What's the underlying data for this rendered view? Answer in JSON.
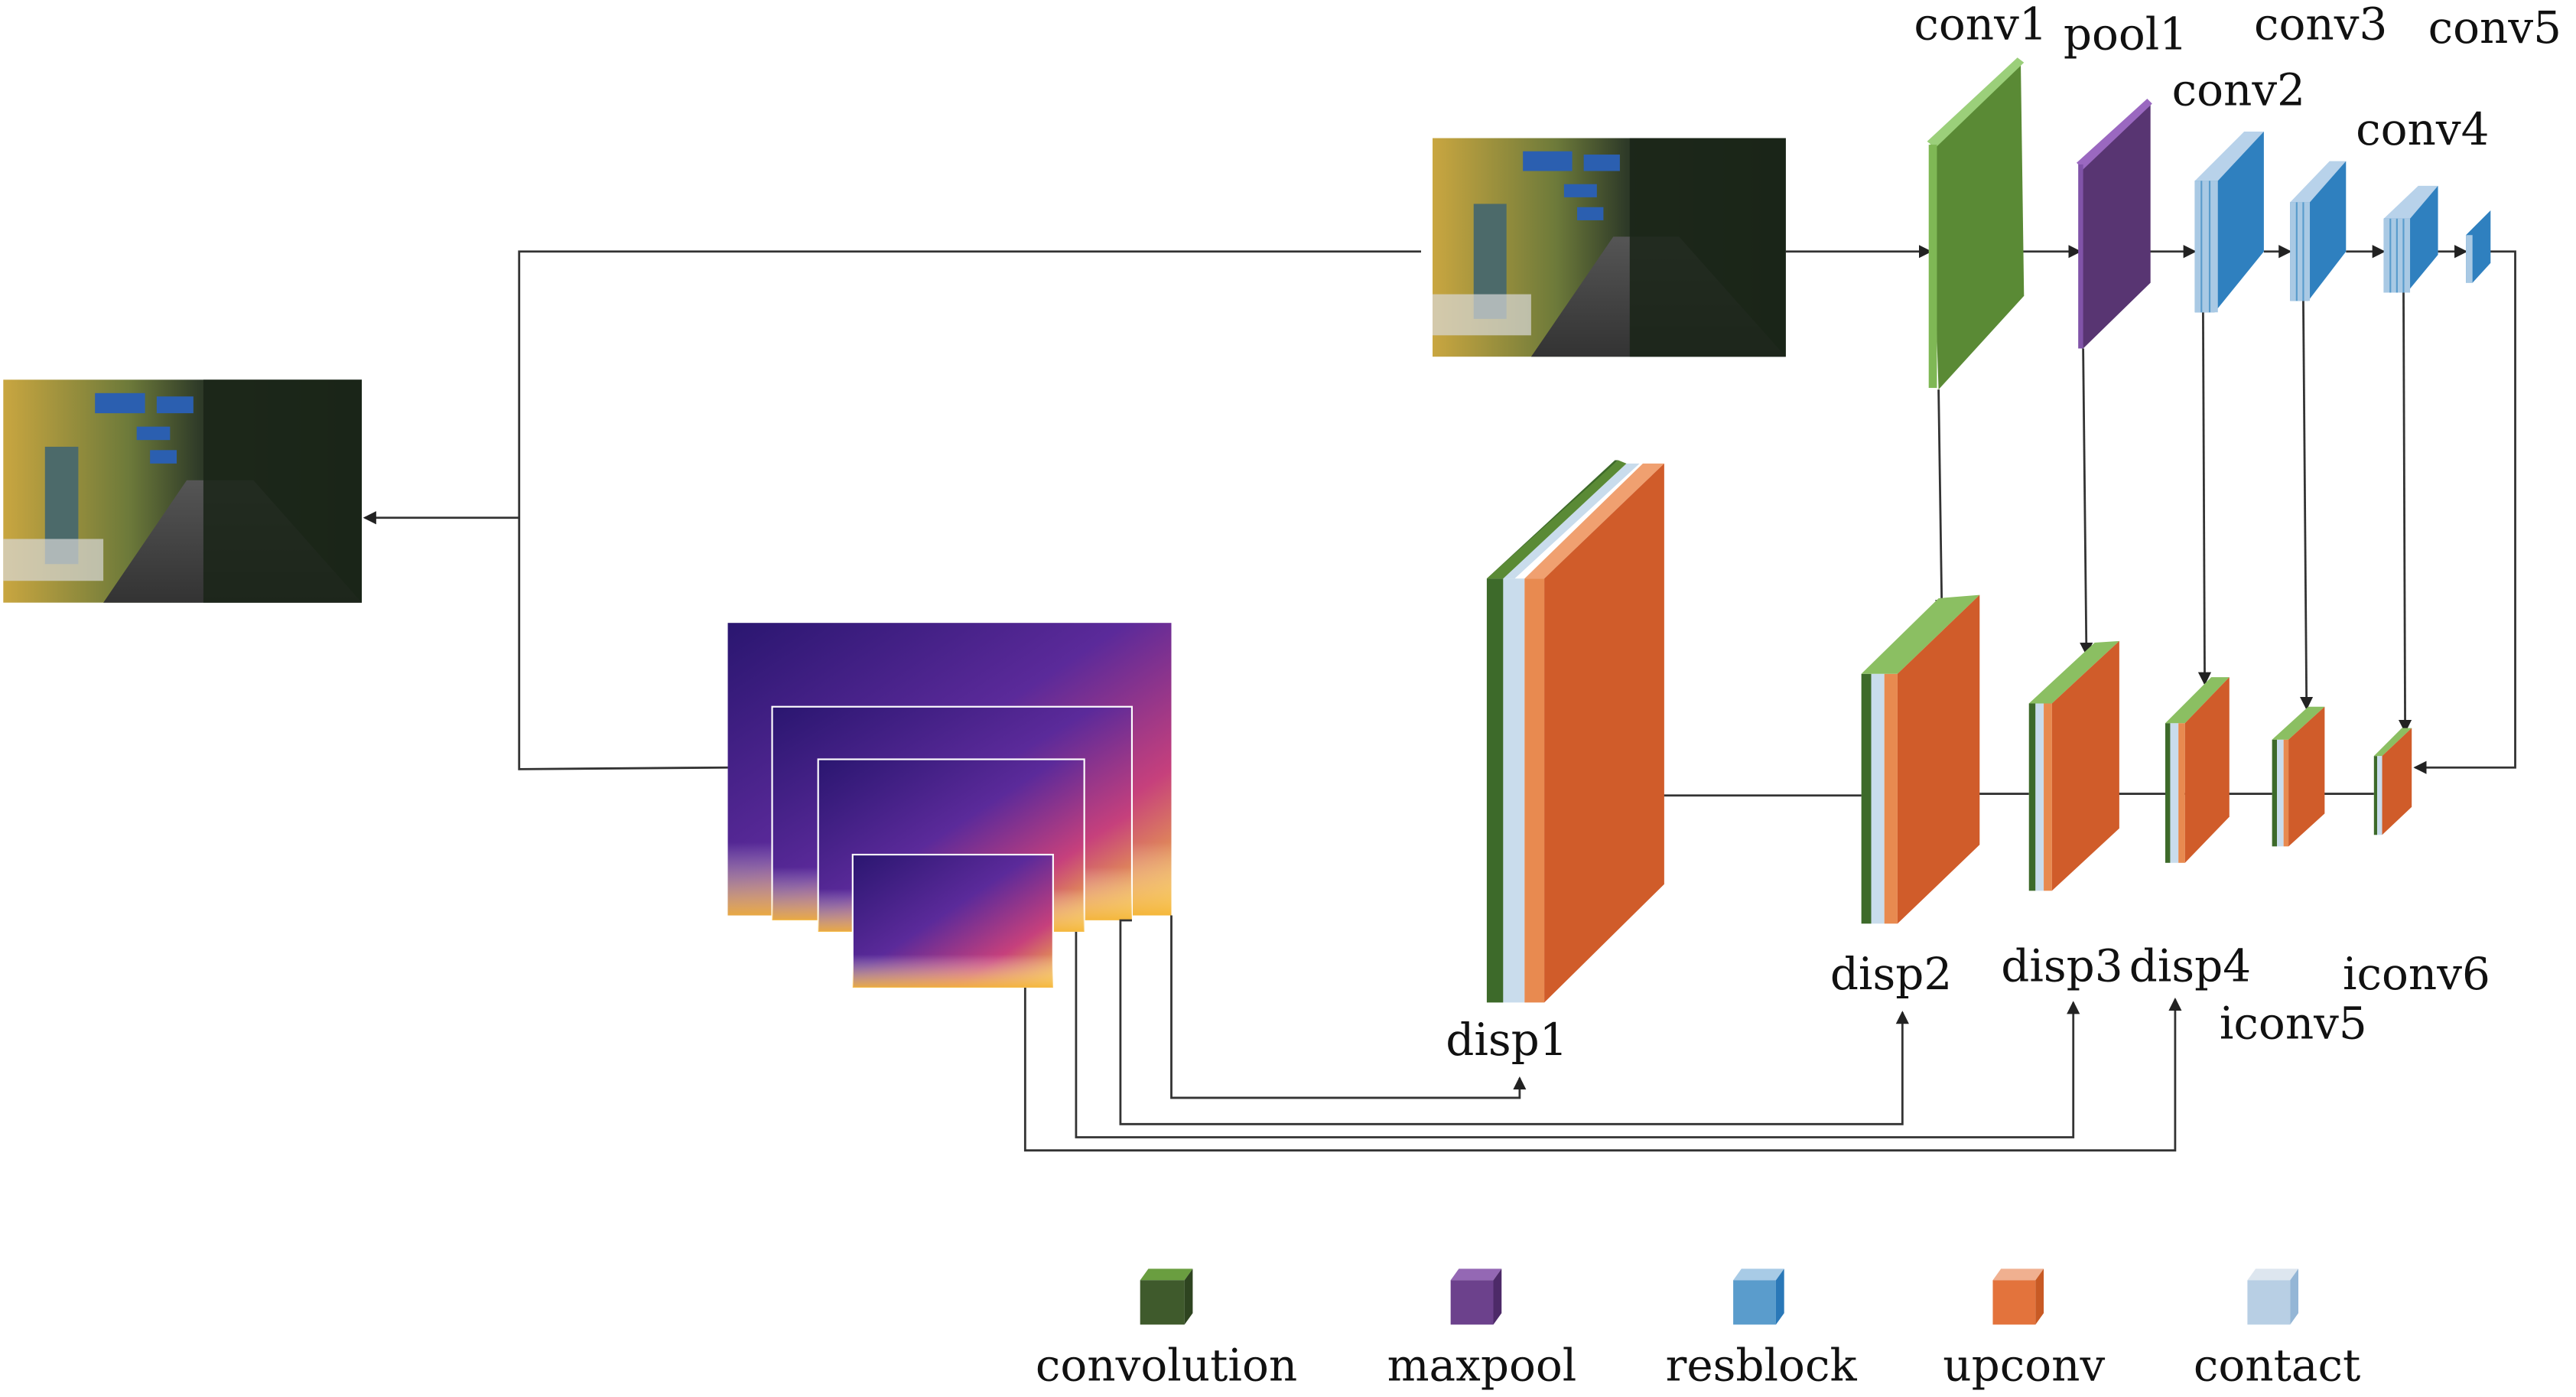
{
  "encoder_labels": {
    "conv1": "conv1",
    "pool1": "pool1",
    "conv2": "conv2",
    "conv3": "conv3",
    "conv4": "conv4",
    "conv5": "conv5"
  },
  "decoder_labels": {
    "disp1": "disp1",
    "disp2": "disp2",
    "disp3": "disp3",
    "disp4": "disp4",
    "iconv5": "iconv5",
    "iconv6": "iconv6"
  },
  "legend": [
    {
      "label": "convolution",
      "color": "#3f5a2c"
    },
    {
      "label": "maxpool",
      "color": "#6c418c"
    },
    {
      "label": "resblock",
      "color": "#5a9ccc"
    },
    {
      "label": "upconv",
      "color": "#e3733c"
    },
    {
      "label": "contact",
      "color": "#b8cfe4"
    }
  ],
  "colors": {
    "conv": "#5a8a35",
    "conv_light": "#9bcf7a",
    "pool": "#583572",
    "resblock": "#2f80bf",
    "resblock_light": "#a9c9e4",
    "upconv": "#d05c2a",
    "dark_green": "#3d6a2a"
  }
}
